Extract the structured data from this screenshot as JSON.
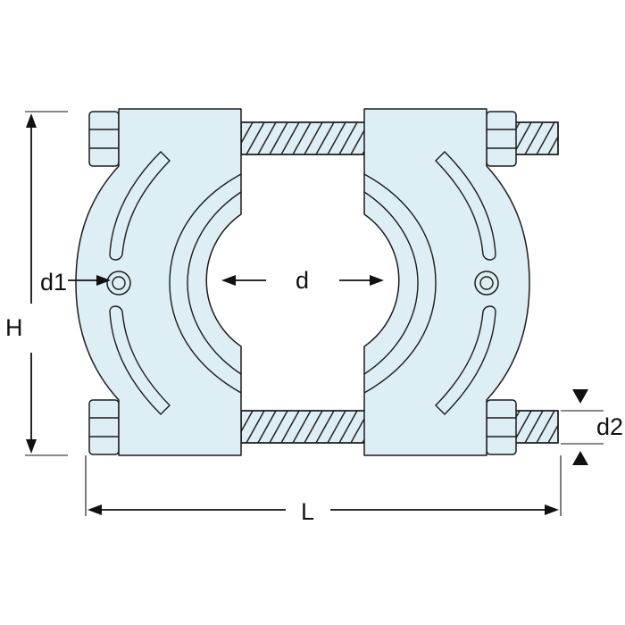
{
  "diagram": {
    "labels": {
      "height": "H",
      "length": "L",
      "opening": "d",
      "hole": "d1",
      "rod": "d2"
    },
    "colors": {
      "metal_fill": "#ddeef4",
      "outline": "#1c1c1c",
      "dimension": "#111111"
    }
  }
}
